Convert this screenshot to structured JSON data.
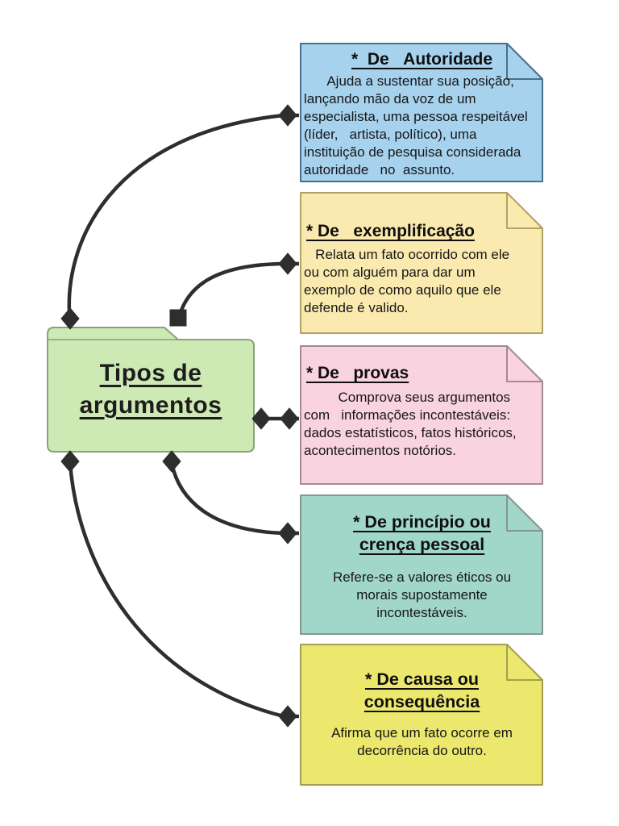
{
  "page": {
    "background": "#ffffff"
  },
  "center_node": {
    "title_lines": [
      "Tipos de",
      "argumentos"
    ]
  },
  "notes": [
    {
      "name": "de-autoridade",
      "title_lines": [
        "*  De   Autoridade"
      ],
      "body_lines": [
        "      Ajuda a sustentar sua posição,",
        "lançando mão da voz de um",
        "especialista, uma pessoa respeitável",
        "(líder,   artista, político), uma",
        "instituição de pesquisa considerada",
        "autoridade   no  assunto."
      ]
    },
    {
      "name": "de-exemplificacao",
      "title_lines": [
        "* De   exemplificação"
      ],
      "body_lines": [
        "   Relata um fato ocorrido com ele",
        "ou com alguém para dar um",
        "exemplo de como aquilo que ele",
        "defende é valido."
      ]
    },
    {
      "name": "de-provas",
      "title_lines": [
        "* De   provas"
      ],
      "body_lines": [
        "         Comprova seus argumentos",
        "com   informações incontestáveis:",
        "dados estatísticos, fatos históricos,",
        "acontecimentos notórios."
      ]
    },
    {
      "name": "de-principio-ou-crenca-pessoal",
      "title_lines": [
        "* De princípio ou",
        "crença pessoal"
      ],
      "body_lines": [
        "Refere-se a valores éticos ou",
        "morais supostamente",
        "incontestáveis."
      ]
    },
    {
      "name": "de-causa-ou-consequencia",
      "title_lines": [
        "* De causa ou",
        "consequência"
      ],
      "body_lines": [
        "Afirma que um fato ocorre em",
        "decorrência do outro."
      ]
    }
  ],
  "connections": [
    {
      "from": "tipos-de-argumentos",
      "to": "de-autoridade"
    },
    {
      "from": "tipos-de-argumentos",
      "to": "de-exemplificacao"
    },
    {
      "from": "tipos-de-argumentos",
      "to": "de-provas"
    },
    {
      "from": "tipos-de-argumentos",
      "to": "de-principio-ou-crenca-pessoal"
    },
    {
      "from": "tipos-de-argumentos",
      "to": "de-causa-ou-consequencia"
    }
  ],
  "colors": {
    "n1_fill": "#a6d2ee",
    "n1_border": "#47708d",
    "n2_fill": "#fbeaaf",
    "n2_border": "#b1a266",
    "n3_fill": "#f9d3df",
    "n3_border": "#a18b95",
    "n4_fill": "#a0d7c8",
    "n4_border": "#85988f",
    "n5_fill": "#ece86e",
    "n5_border": "#a29f52",
    "green_fill": "#cde9b4",
    "green_border": "#8ba17d",
    "line": "#2e2e2e",
    "text": "#161616"
  }
}
